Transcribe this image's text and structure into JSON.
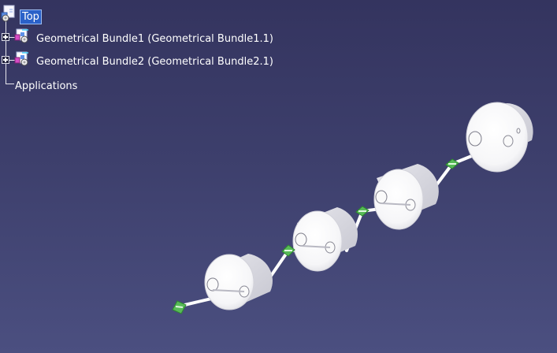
{
  "tree": {
    "root": {
      "label": "Top",
      "icon": "product-root-icon"
    },
    "children": [
      {
        "label": "Geometrical Bundle1 (Geometrical Bundle1.1)",
        "icon": "geometrical-bundle-icon",
        "expandable": true
      },
      {
        "label": "Geometrical Bundle2 (Geometrical Bundle2.1)",
        "icon": "geometrical-bundle-icon",
        "expandable": true
      },
      {
        "label": "Applications",
        "expandable": false
      }
    ]
  },
  "viewport": {
    "background_top": "#34345f",
    "background_bottom": "#4b4f80",
    "part_color": "#f4f4f6",
    "connector_color": "#57b957",
    "model_description_icons": [
      "connector-icon",
      "disc-part-icon",
      "cable-segment-icon"
    ]
  }
}
